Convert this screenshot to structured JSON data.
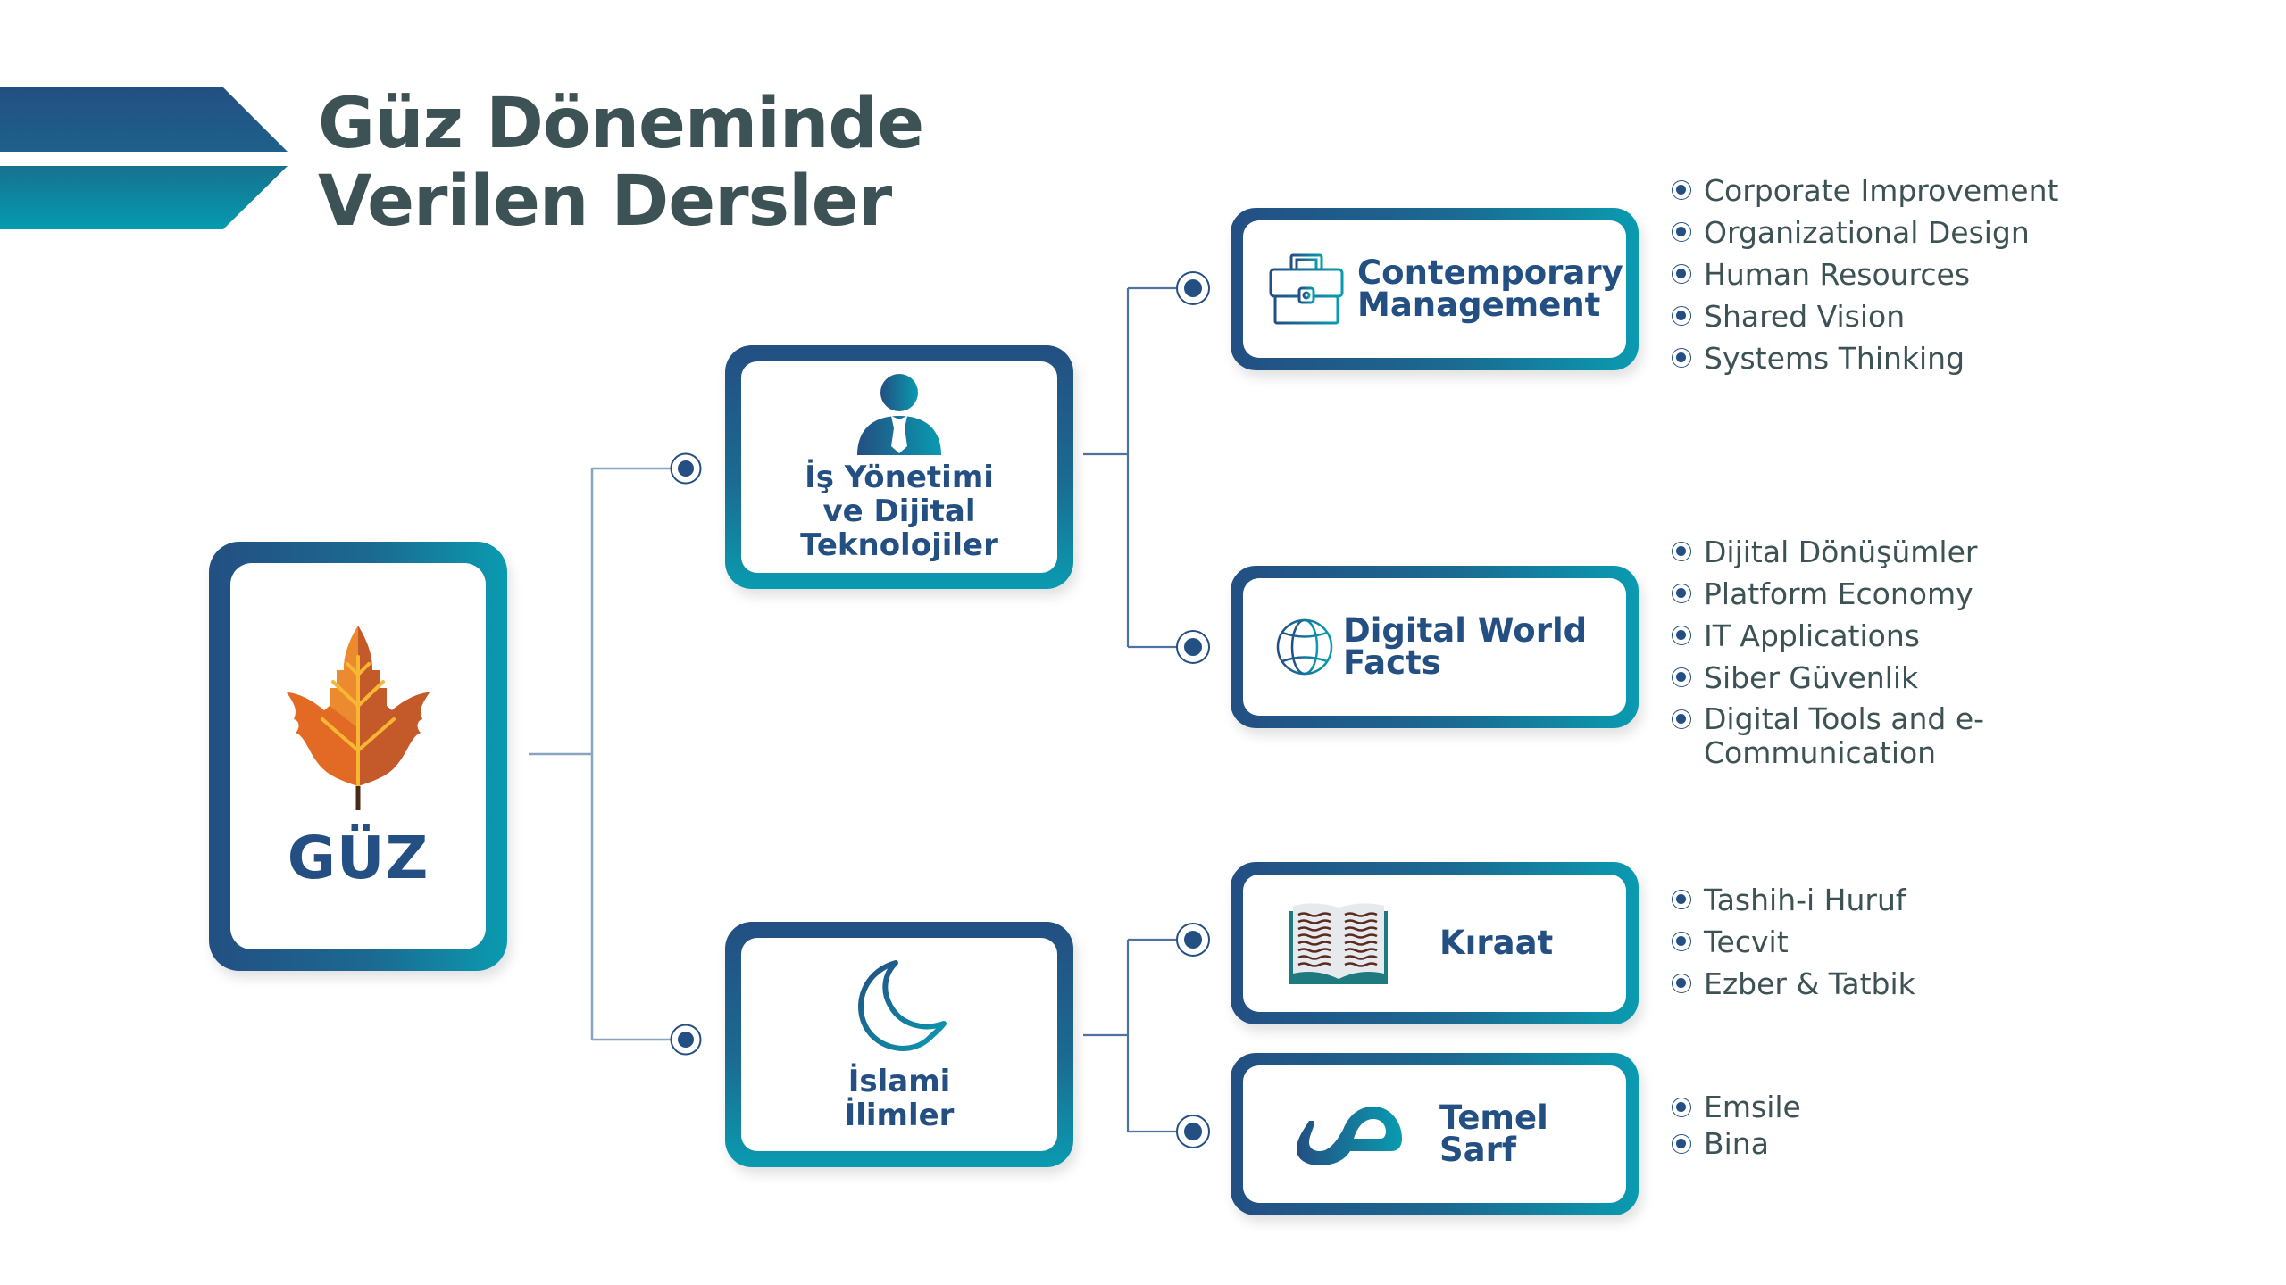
{
  "title": {
    "line1": "Güz Döneminde",
    "line2": "Verilen Dersler"
  },
  "colors": {
    "primary_dark": "#234f82",
    "primary_teal": "#0a9bb0",
    "title_text": "#3d5255",
    "connector": "#8aa4c0",
    "leaf_orange": "#e06a2a",
    "leaf_vein": "#f7b733"
  },
  "root": {
    "label": "GÜZ",
    "icon": "autumn-leaf-icon"
  },
  "programs": [
    {
      "id": "isyon",
      "lines": [
        "İş Yönetimi",
        "ve Dijital",
        "Teknolojiler"
      ],
      "icon": "businessman-icon",
      "courses": [
        {
          "id": "contemp",
          "lines": [
            "Contemporary",
            "Management"
          ],
          "icon": "briefcase-icon",
          "topics": [
            "Corporate Improvement",
            "Organizational Design",
            "Human Resources",
            "Shared Vision",
            "Systems Thinking"
          ]
        },
        {
          "id": "digital",
          "lines": [
            "Digital World",
            "Facts"
          ],
          "icon": "globe-icon",
          "topics": [
            "Dijital Dönüşümler",
            "Platform Economy",
            "IT Applications",
            "Siber Güvenlik",
            "Digital Tools and e-Communication"
          ]
        }
      ]
    },
    {
      "id": "islam",
      "lines": [
        "İslami",
        "İlimler"
      ],
      "icon": "crescent-moon-icon",
      "courses": [
        {
          "id": "kiraat",
          "lines": [
            "Kıraat"
          ],
          "icon": "open-book-icon",
          "topics": [
            "Tashih-i Huruf",
            "Tecvit",
            "Ezber & Tatbik"
          ]
        },
        {
          "id": "sarf",
          "lines": [
            "Temel",
            "Sarf"
          ],
          "icon": "arabic-sad-letter-icon",
          "icon_glyph": "ص",
          "topics": [
            "Emsile",
            "Bina"
          ]
        }
      ]
    }
  ]
}
